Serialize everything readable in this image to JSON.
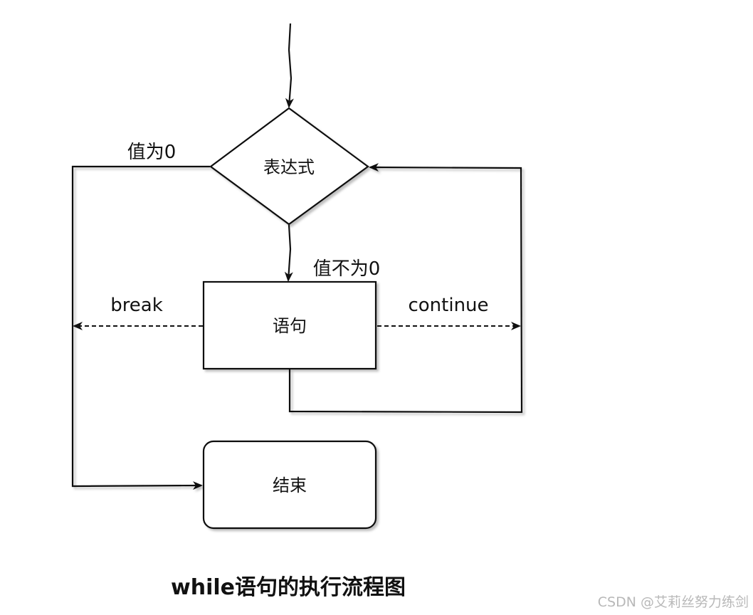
{
  "nodes": {
    "decision": "表达式",
    "statement": "语句",
    "end": "结束"
  },
  "edges": {
    "false_label": "值为0",
    "true_label": "值不为0",
    "break_label": "break",
    "continue_label": "continue"
  },
  "caption": "while语句的执行流程图",
  "watermark": "CSDN @艾莉丝努力练剑"
}
